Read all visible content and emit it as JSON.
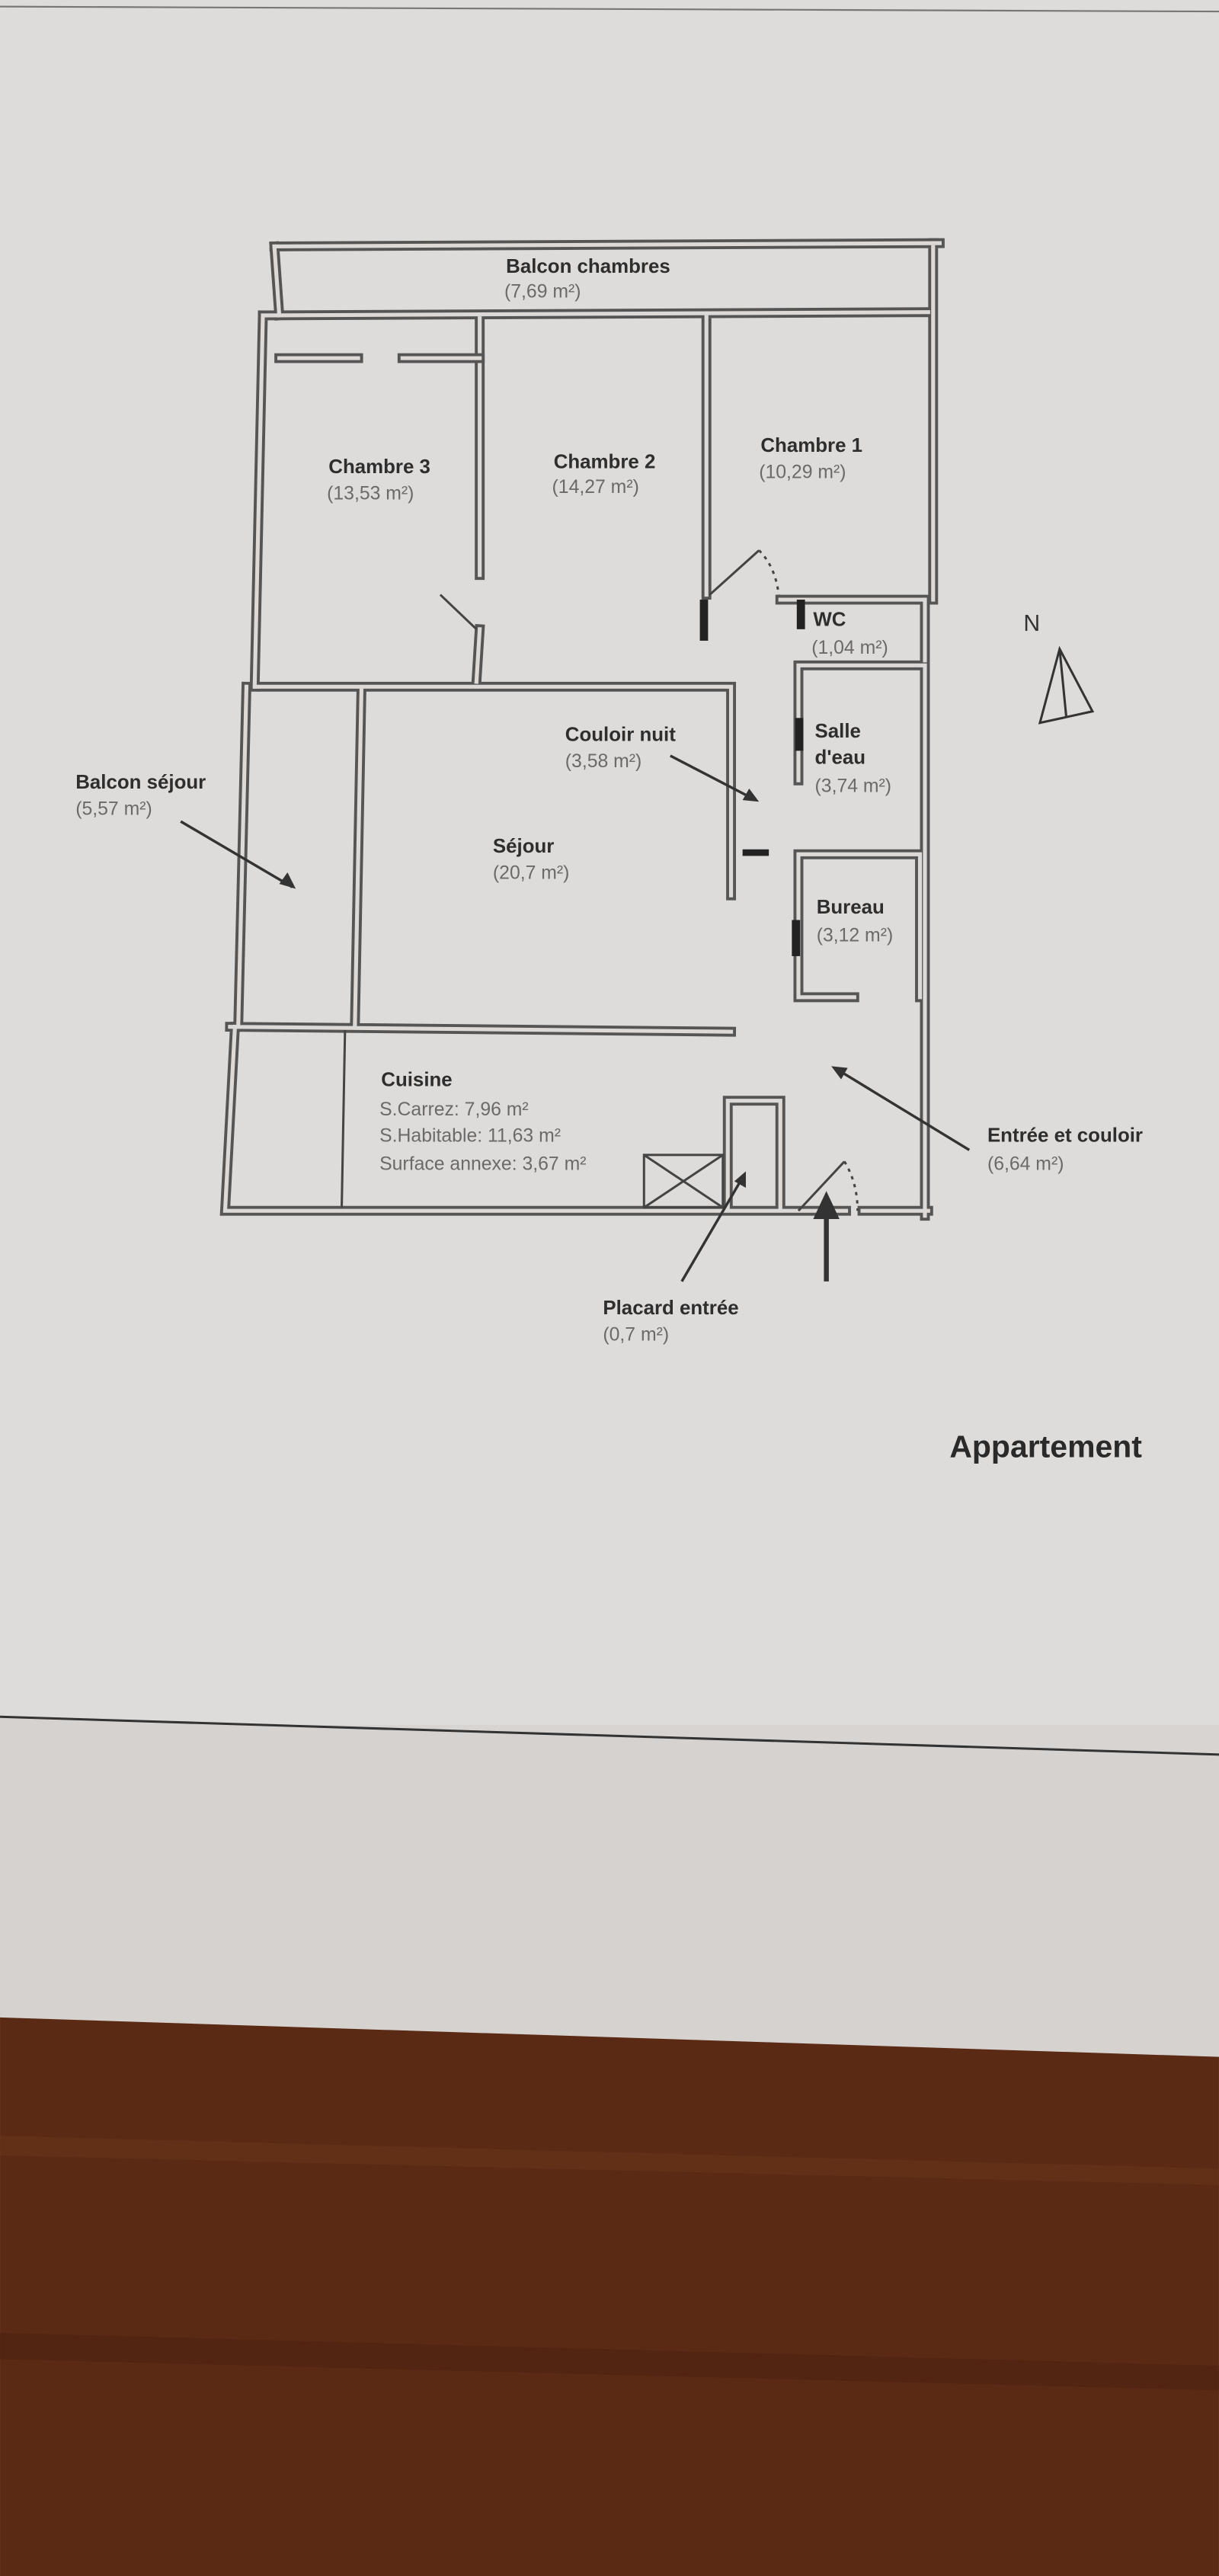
{
  "rooms": {
    "balcon_chambres": {
      "name": "Balcon chambres",
      "area": "(7,69 m²)"
    },
    "chambre_3": {
      "name": "Chambre 3",
      "area": "(13,53 m²)"
    },
    "chambre_2": {
      "name": "Chambre 2",
      "area": "(14,27 m²)"
    },
    "chambre_1": {
      "name": "Chambre 1",
      "area": "(10,29 m²)"
    },
    "wc": {
      "name": "WC",
      "area": "(1,04 m²)"
    },
    "couloir_nuit": {
      "name": "Couloir nuit",
      "area": "(3,58 m²)"
    },
    "salle_deau": {
      "name_line1": "Salle",
      "name_line2": "d'eau",
      "area": "(3,74 m²)"
    },
    "balcon_sejour": {
      "name": "Balcon séjour",
      "area": "(5,57 m²)"
    },
    "sejour": {
      "name": "Séjour",
      "area": "(20,7 m²)"
    },
    "bureau": {
      "name": "Bureau",
      "area": "(3,12 m²)"
    },
    "cuisine": {
      "name": "Cuisine",
      "carrez": "S.Carrez: 7,96 m²",
      "habitable": "S.Habitable: 11,63 m²",
      "annexe": "Surface annexe: 3,67 m²"
    },
    "entree": {
      "name": "Entrée et couloir",
      "area": "(6,64 m²)"
    },
    "placard": {
      "name": "Placard entrée",
      "area": "(0,7 m²)"
    }
  },
  "north_label": "N",
  "plan_title": "Appartement",
  "colors": {
    "paper": "#dcdad8",
    "wood": "#5b2a15",
    "wall": "#555555"
  }
}
